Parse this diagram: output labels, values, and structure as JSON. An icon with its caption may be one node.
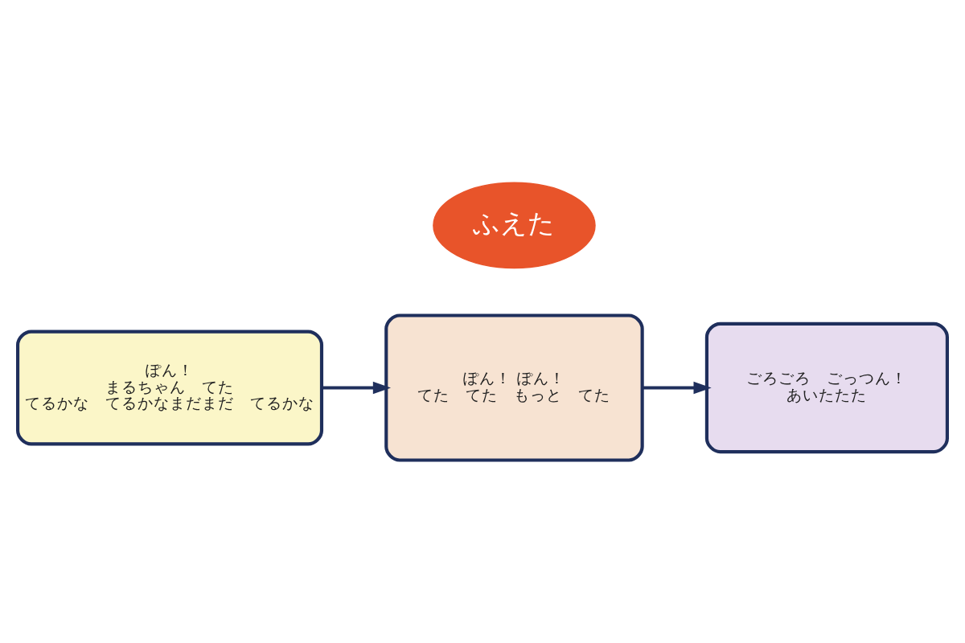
{
  "diagram": {
    "nodes": [
      {
        "text": [
          "ぽん！",
          "まるちゃん　てた",
          "てるかな　てるかなまだまだ　てるかな"
        ]
      },
      {
        "text": [
          "ぽん！ ぽん！",
          "てた　てた　もっと　てた"
        ]
      },
      {
        "text": [
          "ごろごろ　ごっつん！",
          "あいたたた"
        ]
      },
      {
        "text": [
          "ふえた"
        ]
      }
    ],
    "edges": [
      {
        "from": 0,
        "to": 1,
        "arrow": "to"
      },
      {
        "from": 1,
        "to": 2,
        "arrow": "to"
      }
    ]
  }
}
